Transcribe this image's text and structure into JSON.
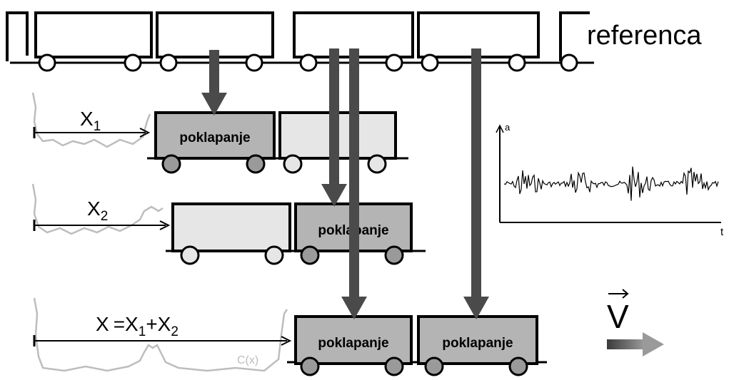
{
  "reference_label": "referenca",
  "match_label": "poklapanje",
  "x1": {
    "base": "X",
    "sub": "1"
  },
  "x2": {
    "base": "X",
    "sub": "2"
  },
  "x_sum": {
    "lhs": "X",
    "eq": "=",
    "a": "X",
    "a_sub": "1",
    "plus": "+",
    "b": "X",
    "b_sub": "2"
  },
  "cx_label": "C(x)",
  "plot": {
    "y_label": "a",
    "x_label": "t"
  },
  "velocity": {
    "symbol": "V"
  },
  "colors": {
    "stroke": "#000000",
    "wagon_dark": "#b4b4b4",
    "wagon_light": "#e6e6e6",
    "arrow": "#4a4a4a",
    "profile": "#bdbdbd"
  }
}
